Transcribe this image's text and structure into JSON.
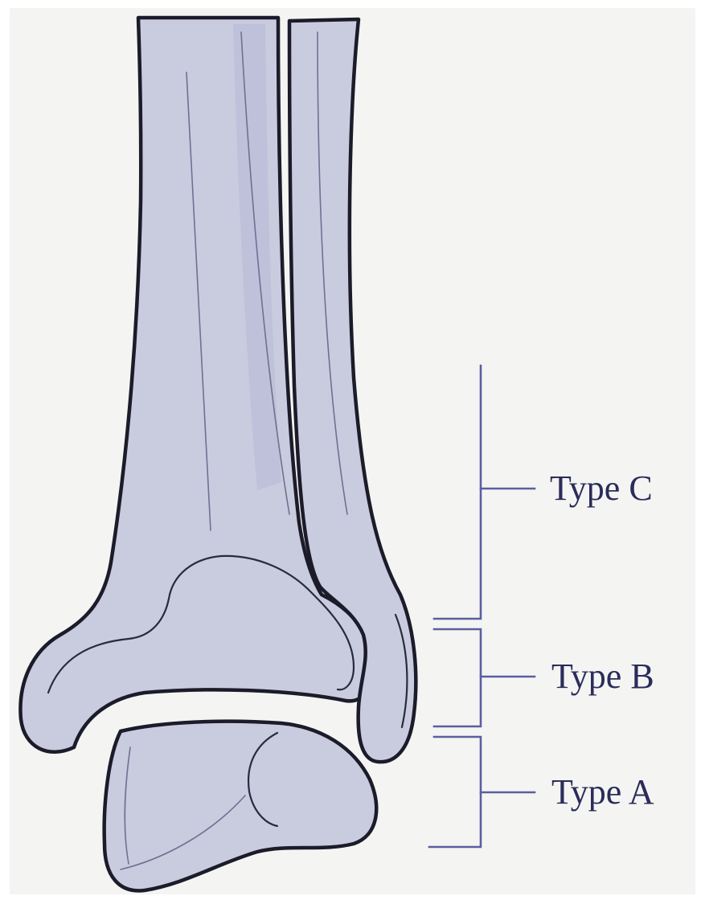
{
  "diagram": {
    "labels": {
      "type_c": "Type C",
      "type_b": "Type B",
      "type_a": "Type A"
    },
    "colors": {
      "background": "#f4f4f2",
      "bone_fill": "#c9ccdf",
      "bone_outline": "#1b1b2a",
      "bracket": "#5a5fa0",
      "label_text": "#2a2c5a"
    }
  }
}
